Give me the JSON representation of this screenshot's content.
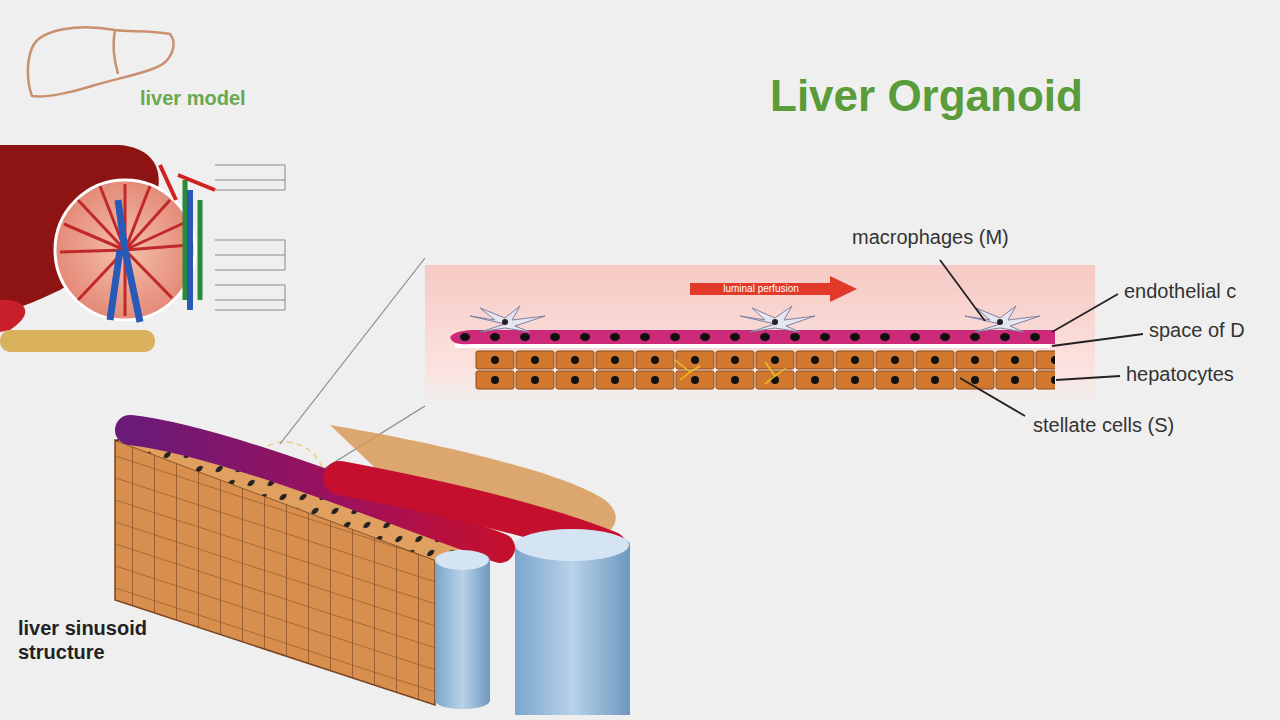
{
  "diagram": {
    "title": "Liver Organoid",
    "labels": [
      "liver model",
      "luminal perfusion",
      "macrophages (M)",
      "endothelial c",
      "space of D",
      "hepatocytes",
      "stellate cells (S)",
      "liver sinusoid structure"
    ]
  }
}
